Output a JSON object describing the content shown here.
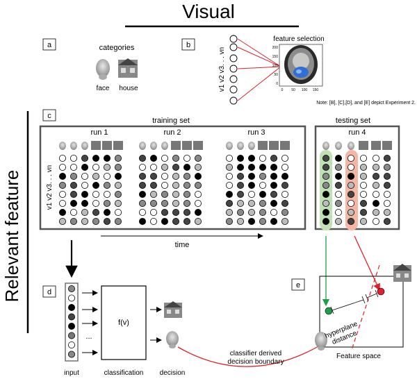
{
  "title": "Visual",
  "side_title": "Relevant feature",
  "panels": {
    "a": {
      "letter": "a",
      "heading": "categories",
      "face_label": "face",
      "house_label": "house"
    },
    "b": {
      "letter": "b",
      "voxels_label": "v1 v2 v3. . .   vn",
      "feature_title": "feature selection",
      "y_ticks": [
        "200",
        "150",
        "100",
        "50",
        "0"
      ],
      "x_ticks": [
        "0",
        "50",
        "100",
        "150"
      ]
    },
    "c": {
      "letter": "c",
      "training_label": "training set",
      "testing_label": "testing set",
      "runs": [
        "run 1",
        "run 2",
        "run 3",
        "run 4"
      ],
      "voxels_label": "v1 v2 v3. . .   vn",
      "time_label": "time"
    },
    "d": {
      "letter": "d",
      "function_label": "f(v)",
      "dots": "...",
      "input_label": "input",
      "classification_label": "classification",
      "decision_label": "decision"
    },
    "e": {
      "letter": "e",
      "hyperplane_label": "hyperplane\ndistance",
      "feature_space_label": "Feature space"
    }
  },
  "note": "Note:  [B], [C],[D], and [E] depict Experiment 2.",
  "boundary_label": "classifier derived\ndecision boundary",
  "colors": {
    "green": "#1e9e4a",
    "red": "#e0202a",
    "green_bg": "#bfe0b4",
    "red_bg": "#f5b7a3"
  }
}
